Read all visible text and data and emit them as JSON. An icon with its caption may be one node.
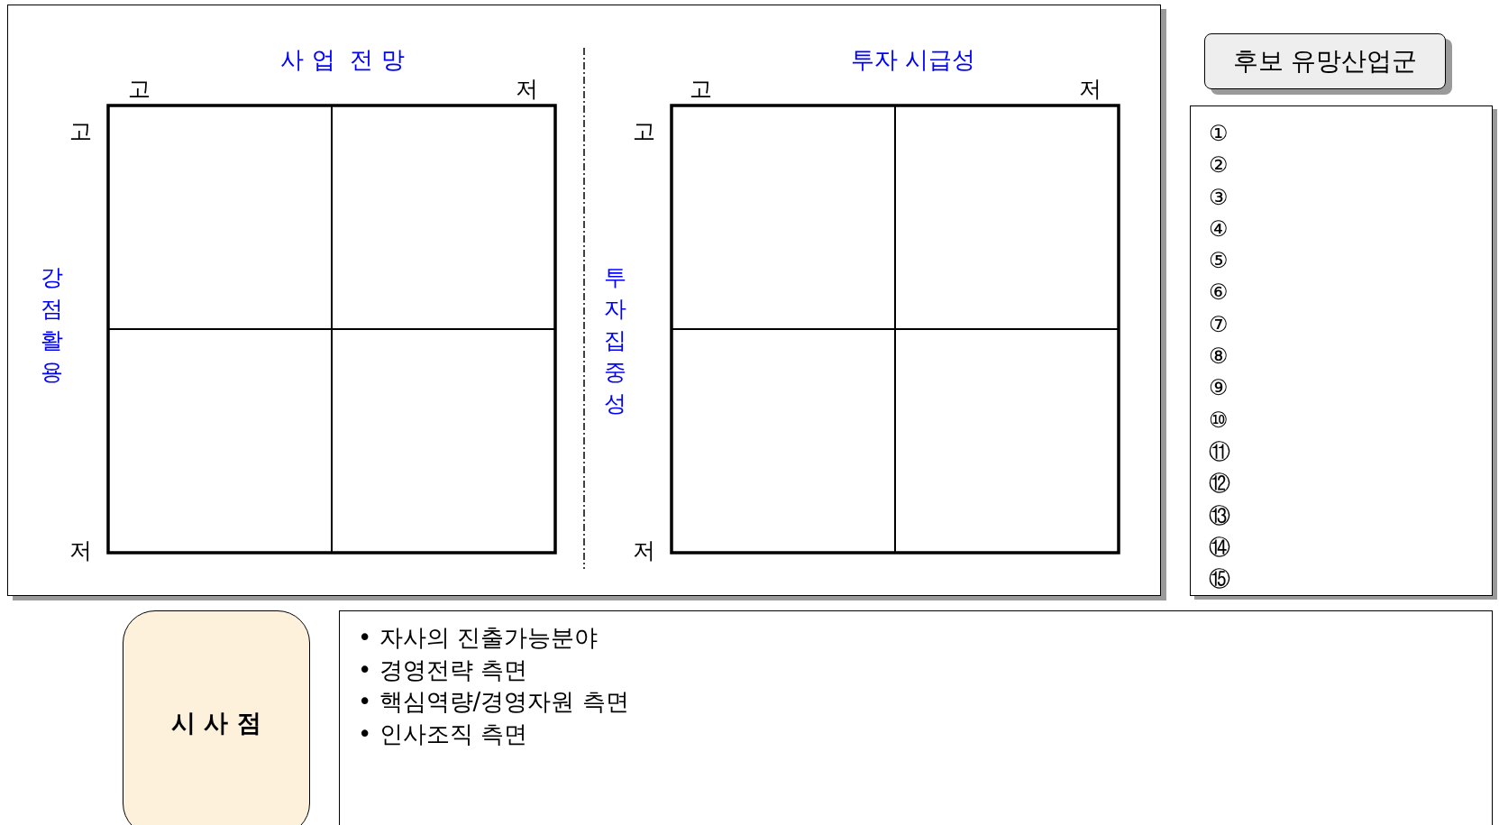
{
  "diagram": {
    "nodes": [
      {
        "text": [
          "후보 유망산업군"
        ]
      },
      {
        "text": [
          "①",
          "②",
          "③",
          "④",
          "⑤",
          "⑥",
          "⑦",
          "⑧",
          "⑨",
          "⑩",
          "⑪",
          "⑫",
          "⑬",
          "⑭",
          "⑮"
        ]
      },
      {
        "text": [
          "시 사 점"
        ]
      },
      {
        "text": [
          "• 자사의 진출가능분야",
          "• 경영전략 측면",
          "• 핵심역량/경영자원 측면",
          "• 인사조직 측면"
        ]
      }
    ],
    "labels": [
      "사 업  전 망",
      "투자 시급성",
      "고",
      "저",
      "고",
      "저",
      "고",
      "고",
      "강점 활용",
      "투자집중성",
      "저",
      "저"
    ]
  }
}
